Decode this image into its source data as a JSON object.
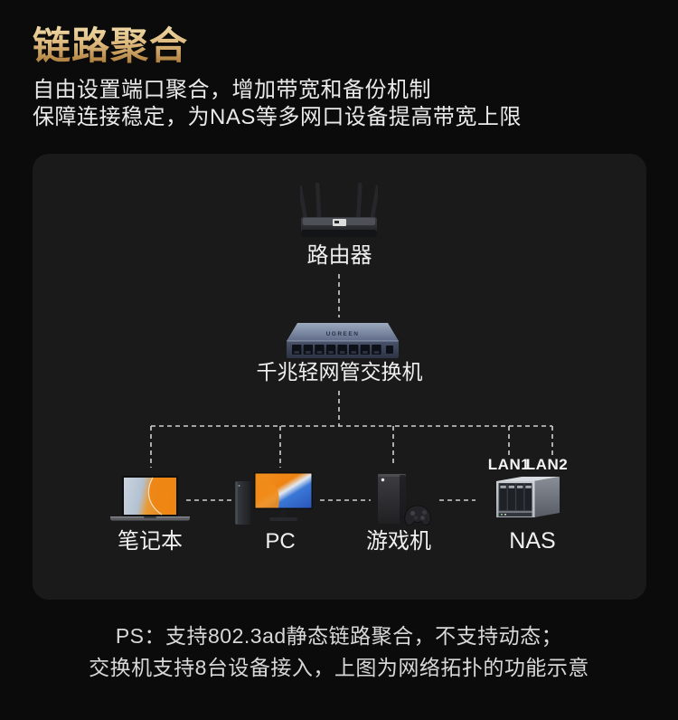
{
  "header": {
    "title": "链路聚合",
    "subtitle_line1": "自由设置端口聚合，增加带宽和备份机制",
    "subtitle_line2": "保障连接稳定，为NAS等多网口设备提高带宽上限"
  },
  "diagram": {
    "router_label": "路由器",
    "switch_label": "千兆轻网管交换机",
    "switch_brand": "UGREEN",
    "devices": [
      {
        "label": "笔记本"
      },
      {
        "label": "PC"
      },
      {
        "label": "游戏机"
      },
      {
        "label": "NAS"
      }
    ],
    "nas_port_labels": [
      "LAN1",
      "LAN2"
    ],
    "icons": {
      "router": "router-icon",
      "switch": "switch-icon",
      "laptop": "laptop-icon",
      "pc": "pc-icon",
      "game_console": "game-console-icon",
      "nas": "nas-icon"
    }
  },
  "notes": {
    "line1": "PS：支持802.3ad静态链路聚合，不支持动态；",
    "line2": "交换机支持8台设备接入，上图为网络拓扑的功能示意"
  },
  "colors": {
    "page_bg": "#0a0b0a",
    "panel_bg": "#191a19",
    "title_gold_top": "#f2dfae",
    "title_gold_bottom": "#a06c28",
    "body_text": "#eaeaea",
    "note_text": "#d8d8d8",
    "dashed_line": "#e0e0e0",
    "switch_metal": "#8e9bb4",
    "wallpaper_orange": "#ec8417",
    "wallpaper_blue": "#2f66c8"
  }
}
